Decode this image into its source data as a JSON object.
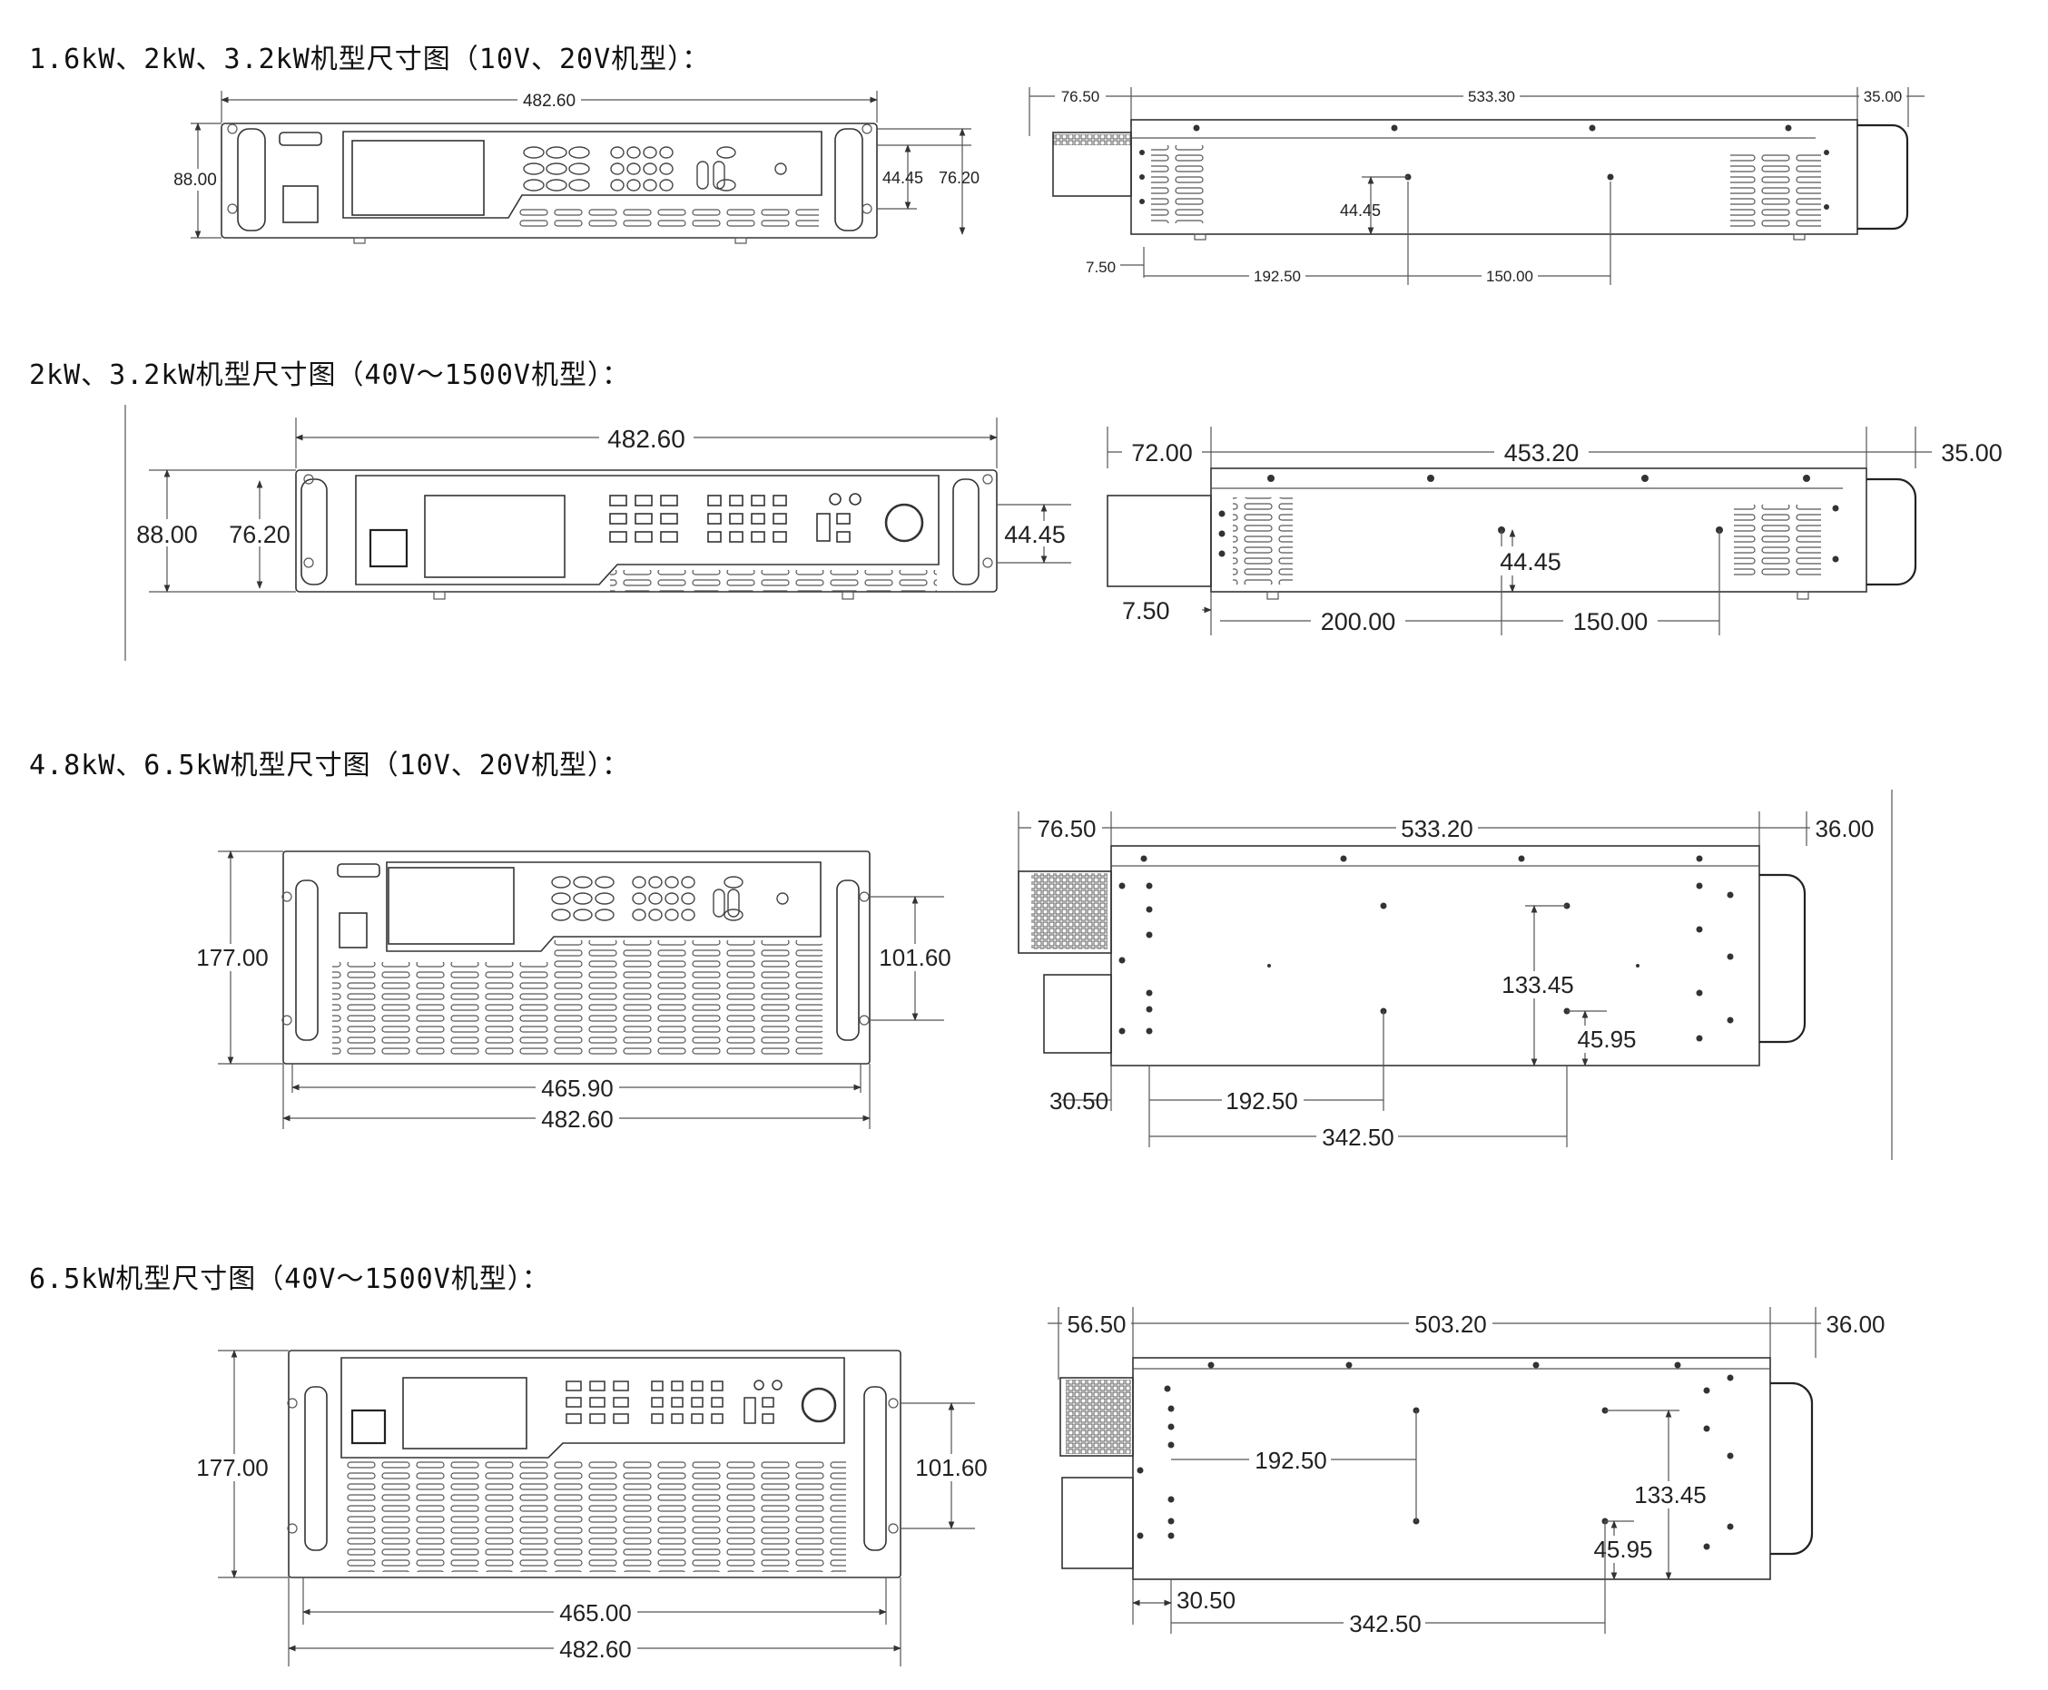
{
  "headings": {
    "s1": "1.6kW、2kW、3.2kW机型尺寸图（10V、20V机型）：",
    "s2": "2kW、3.2kW机型尺寸图（40V～1500V机型）：",
    "s3": "4.8kW、6.5kW机型尺寸图（10V、20V机型）：",
    "s4": "6.5kW机型尺寸图（40V～1500V机型）："
  },
  "s1": {
    "front": {
      "width": "482.60",
      "height": "88.00",
      "rack": "44.45",
      "inner": "76.20"
    },
    "side": {
      "front_ext": "76.50",
      "depth": "533.30",
      "handle": "35.00",
      "foot_offset": "7.50",
      "hole_a": "192.50",
      "hole_b": "150.00",
      "hole_v": "44.45"
    }
  },
  "s2": {
    "front": {
      "width": "482.60",
      "height": "88.00",
      "inner": "76.20",
      "rack": "44.45"
    },
    "side": {
      "front_ext": "72.00",
      "depth": "453.20",
      "handle": "35.00",
      "foot_offset": "7.50",
      "hole_a": "200.00",
      "hole_b": "150.00",
      "hole_v": "44.45"
    }
  },
  "s3": {
    "front": {
      "height": "177.00",
      "rack": "101.60",
      "inner_width": "465.90",
      "width": "482.60"
    },
    "side": {
      "front_ext": "76.50",
      "depth": "533.20",
      "handle": "36.00",
      "hole_v1": "133.45",
      "hole_v2": "45.95",
      "foot_offset": "30.50",
      "hole_a": "192.50",
      "hole_b": "342.50"
    }
  },
  "s4": {
    "front": {
      "height": "177.00",
      "rack": "101.60",
      "inner_width": "465.00",
      "width": "482.60"
    },
    "side": {
      "front_ext": "56.50",
      "depth": "503.20",
      "handle": "36.00",
      "hole_a": "192.50",
      "hole_v1": "133.45",
      "hole_v2": "45.95",
      "foot_offset": "30.50",
      "hole_b": "342.50"
    }
  }
}
